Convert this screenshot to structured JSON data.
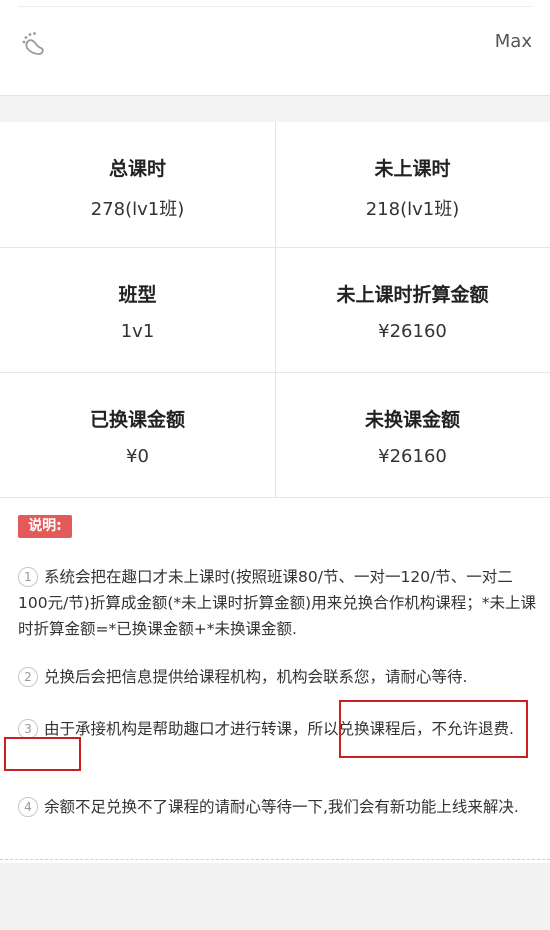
{
  "header": {
    "icon": "footprint-icon",
    "user_name": "Max"
  },
  "stats": [
    {
      "label": "总课时",
      "value": "278(lv1班)"
    },
    {
      "label": "未上课时",
      "value": "218(lv1班)"
    },
    {
      "label": "班型",
      "value": "1v1"
    },
    {
      "label": "未上课时折算金额",
      "value": "¥26160"
    },
    {
      "label": "已换课金额",
      "value": "¥0"
    },
    {
      "label": "未换课金额",
      "value": "¥26160"
    }
  ],
  "notes": {
    "badge": "说明:",
    "items": [
      {
        "num": "1",
        "text": "系统会把在趣口才未上课时(按照班课80/节、一对一120/节、一对二100元/节)折算成金额(*未上课时折算金额)用来兑换合作机构课程；*未上课时折算金额=*已换课金额+*未换课金额."
      },
      {
        "num": "2",
        "text": "兑换后会把信息提供给课程机构，机构会联系您，请耐心等待."
      },
      {
        "num": "3",
        "text": "由于承接机构是帮助趣口才进行转课，所以兑换课程后，不允许退费."
      },
      {
        "num": "4",
        "text": "余额不足兑换不了课程的请耐心等待一下,我们会有新功能上线来解决."
      }
    ]
  },
  "colors": {
    "badge_bg": "#e25a5a",
    "highlight_border": "#cc1f1f"
  }
}
